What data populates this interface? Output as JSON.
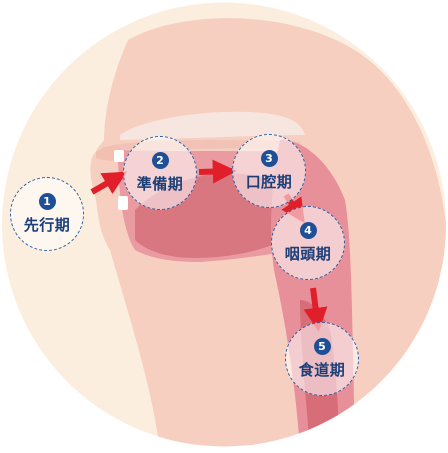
{
  "stages": [
    {
      "number": "1",
      "label": "先行期"
    },
    {
      "number": "2",
      "label": "準備期"
    },
    {
      "number": "3",
      "label": "口腔期"
    },
    {
      "number": "4",
      "label": "咽頭期"
    },
    {
      "number": "5",
      "label": "食道期"
    }
  ],
  "colors": {
    "skin": "#f6cfc0",
    "throat": "#e7909a",
    "badge": "#1f4f96",
    "arrow": "#e11f2a"
  }
}
